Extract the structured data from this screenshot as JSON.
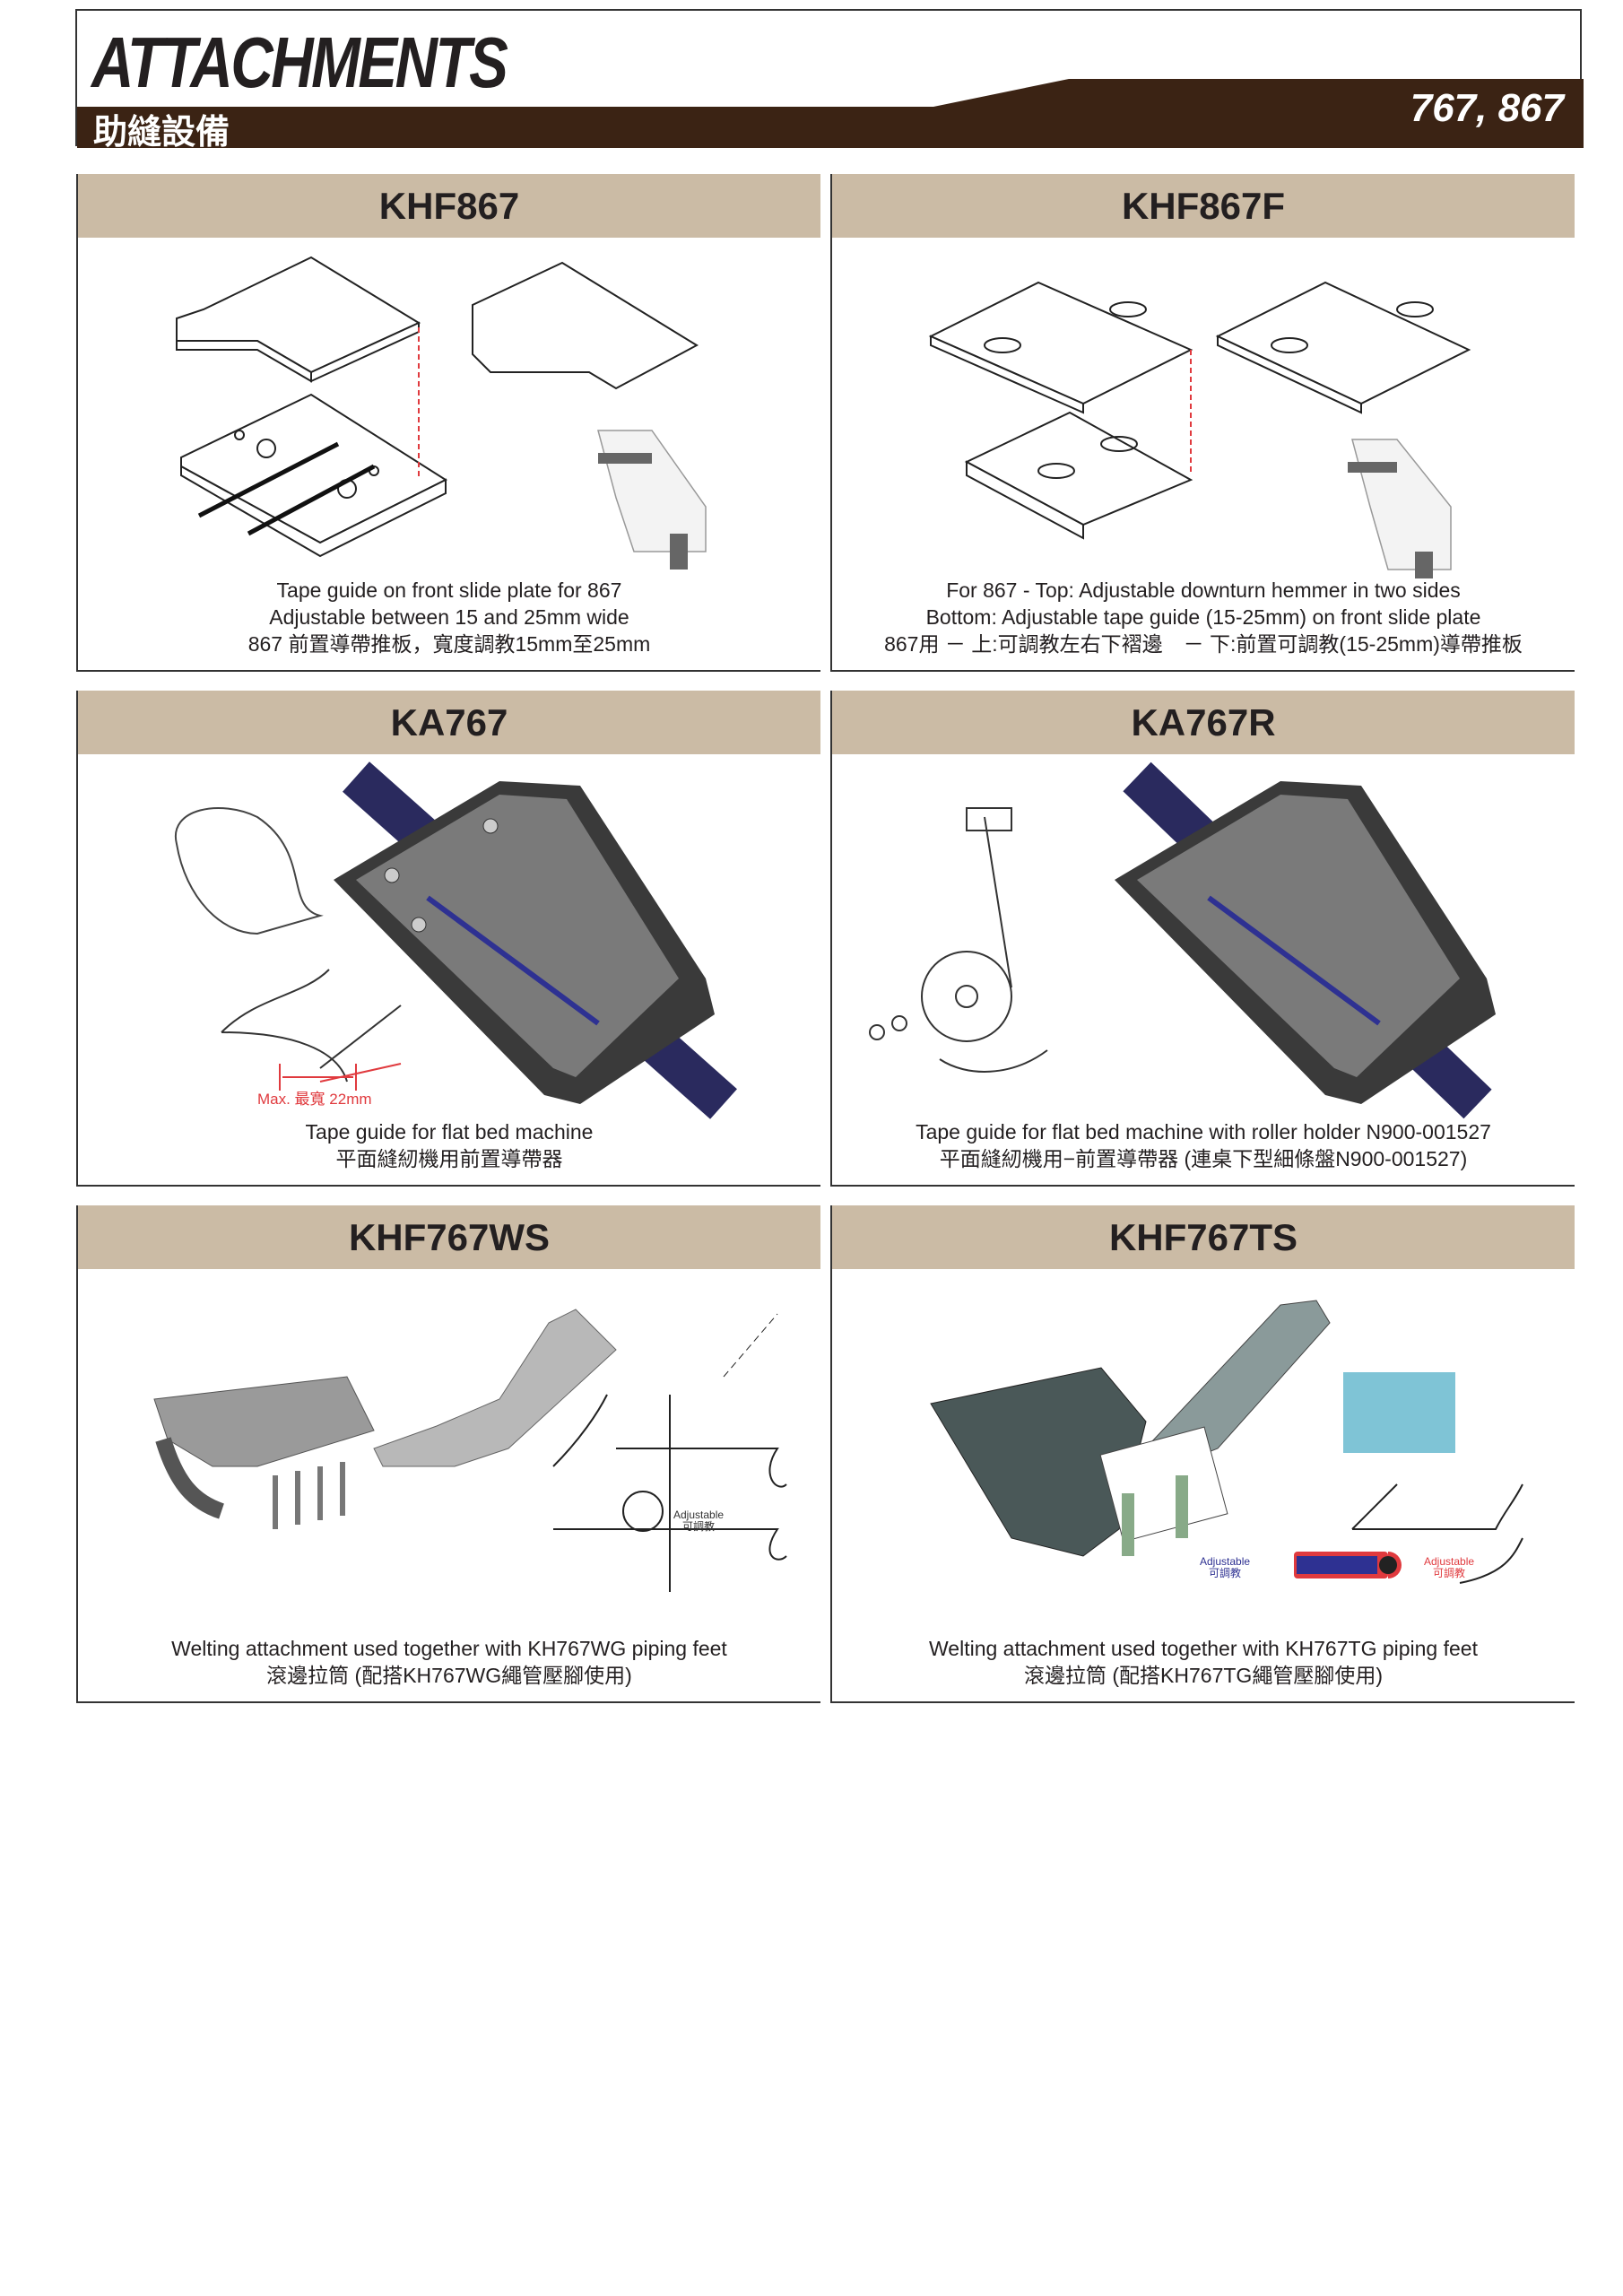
{
  "header": {
    "title": "ATTACHMENTS",
    "subtitle": "助縫設備",
    "models": "767, 867"
  },
  "colors": {
    "band": "#3b2314",
    "panel_header": "#cbbba5",
    "accent_red": "#e03a3e",
    "accent_blue": "#2e3192"
  },
  "panels": [
    {
      "title": "KHF867",
      "caption": [
        "Tape guide on front slide plate for 867",
        "Adjustable between 15 and 25mm wide",
        "867 前置導帶推板，寬度調教15mm至25mm"
      ]
    },
    {
      "title": "KHF867F",
      "caption": [
        "For 867 - Top: Adjustable downturn hemmer in two sides",
        "Bottom: Adjustable tape guide (15-25mm) on front slide plate",
        "867用 － 上:可調教左右下褶邊　－ 下:前置可調教(15-25mm)導帶推板"
      ]
    },
    {
      "title": "KA767",
      "caption": [
        "Tape guide for flat bed machine",
        "平面縫紉機用前置導帶器"
      ],
      "label": "Max. 最寬 22mm"
    },
    {
      "title": "KA767R",
      "caption": [
        "Tape guide for flat bed machine with roller holder N900-001527",
        "平面縫紉機用−前置導帶器 (連桌下型細條盤N900-001527)"
      ]
    },
    {
      "title": "KHF767WS",
      "caption": [
        "Welting attachment used together with KH767WG piping feet",
        "滾邊拉筒 (配搭KH767WG繩管壓腳使用)"
      ],
      "label_en": "Adjustable",
      "label_zh": "可調教"
    },
    {
      "title": "KHF767TS",
      "caption": [
        "Welting attachment used together with KH767TG piping feet",
        "滾邊拉筒 (配搭KH767TG繩管壓腳使用)"
      ],
      "label_en": "Adjustable",
      "label_zh": "可調教"
    }
  ]
}
